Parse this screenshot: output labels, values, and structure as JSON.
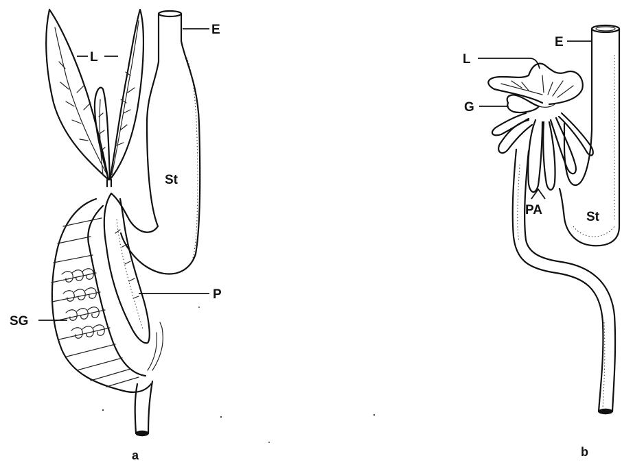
{
  "figure_a": {
    "caption": "a",
    "labels": {
      "liver": "L",
      "esophagus": "E",
      "stomach": "St",
      "pancreas": "P",
      "spiral_gut": "SG"
    }
  },
  "figure_b": {
    "caption": "b",
    "labels": {
      "liver": "L",
      "esophagus": "E",
      "gall_bladder": "G",
      "pyloric_appendages": "PA",
      "stomach": "St"
    }
  }
}
